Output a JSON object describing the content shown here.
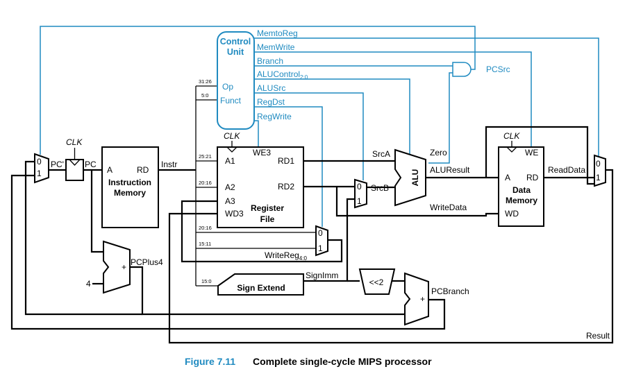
{
  "caption": {
    "figure_number": "Figure 7.11",
    "title": "Complete single-cycle MIPS processor",
    "color": "#1f8ac0"
  },
  "colors": {
    "control": "#1f8ac0",
    "datapath": "#000000"
  },
  "control_unit": {
    "title_line1": "Control",
    "title_line2": "Unit",
    "input_op": "Op",
    "input_funct": "Funct",
    "sig_memtoreg": "MemtoReg",
    "sig_memwrite": "MemWrite",
    "sig_branch": "Branch",
    "sig_alucontrol": "ALUControl",
    "sig_alucontrol_sub": "2:0",
    "sig_alusrc": "ALUSrc",
    "sig_regdst": "RegDst",
    "sig_regwrite": "RegWrite",
    "pcsrc": "PCSrc"
  },
  "bitfields": {
    "b31_26": "31:26",
    "b5_0": "5:0",
    "b25_21": "25:21",
    "b20_16": "20:16",
    "b20_16b": "20:16",
    "b15_11": "15:11",
    "b15_0": "15:0"
  },
  "pc": {
    "mux0": "0",
    "mux1": "1",
    "pc_prime": "PC'",
    "clk": "CLK",
    "pc": "PC"
  },
  "instruction_memory": {
    "port_a": "A",
    "port_rd": "RD",
    "title_line1": "Instruction",
    "title_line2": "Memory",
    "instr": "Instr"
  },
  "register_file": {
    "clk": "CLK",
    "we3": "WE3",
    "a1": "A1",
    "a2": "A2",
    "a3": "A3",
    "wd3": "WD3",
    "rd1": "RD1",
    "rd2": "RD2",
    "title_line1": "Register",
    "title_line2": "File"
  },
  "alu": {
    "label": "ALU",
    "srca": "SrcA",
    "srcb": "SrcB",
    "zero": "Zero",
    "aluresult": "ALUResult",
    "writedata": "WriteData",
    "srcb_mux0": "0",
    "srcb_mux1": "1"
  },
  "data_memory": {
    "clk": "CLK",
    "we": "WE",
    "port_a": "A",
    "port_rd": "RD",
    "port_wd": "WD",
    "title_line1": "Data",
    "title_line2": "Memory",
    "readdata": "ReadData",
    "mux0": "0",
    "mux1": "1",
    "result": "Result"
  },
  "writereg": {
    "mux0": "0",
    "mux1": "1",
    "label": "WriteReg",
    "sub": "4:0"
  },
  "pcplus4": {
    "four": "4",
    "plus": "+",
    "label": "PCPlus4"
  },
  "signext": {
    "label": "Sign Extend",
    "signimm": "SignImm"
  },
  "shift": {
    "label": "<<2"
  },
  "pcbranch": {
    "plus": "+",
    "label": "PCBranch"
  }
}
